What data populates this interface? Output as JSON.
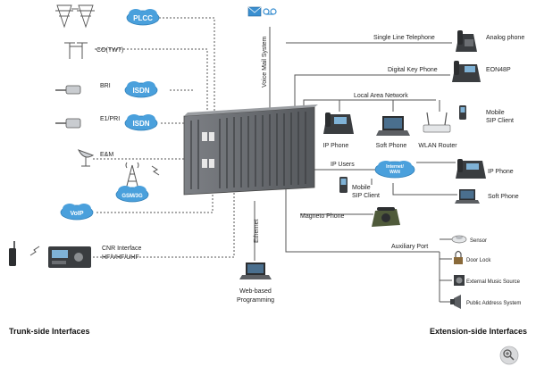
{
  "trunk": {
    "plcc": "PLCC",
    "co": "CO(TWT)",
    "bri": "BRI",
    "isdn1": "ISDN",
    "e1pri": "E1/PRI",
    "isdn2": "ISDN",
    "em": "E&M",
    "gsm": "GSM/3G",
    "voip": "VoIP",
    "cnr_line1": "CNR Interface",
    "cnr_line2": "HF/VHF/UHF"
  },
  "center": {
    "voice_mail": "Voice Mail System",
    "ethernet": "Ethernet",
    "web1": "Web-based",
    "web2": "Programming"
  },
  "extension": {
    "single_line": "Single Line Telephone",
    "analog_phone": "Analog phone",
    "digital_key": "Digital Key Phone",
    "eon": "EON48P",
    "lan": "Local Area Network",
    "mobile_sip_top_1": "Mobile",
    "mobile_sip_top_2": "SIP Client",
    "ip_phone": "IP Phone",
    "soft_phone": "Soft Phone",
    "wlan": "WLAN Router",
    "ip_users": "IP Users",
    "internet1": "Internet/",
    "internet2": "WAN",
    "mobile_sip_mid_1": "Mobile",
    "mobile_sip_mid_2": "SIP Client",
    "ip_phone_right": "IP Phone",
    "soft_phone_right": "Soft Phone",
    "magneto": "Magneto Phone",
    "aux_port": "Auxiliary Port",
    "sensor": "Sensor",
    "door_lock": "Door Lock",
    "music": "External Music Source",
    "pa": "Public Address System"
  },
  "footer": {
    "left": "Trunk-side Interfaces",
    "right": "Extension-side Interfaces"
  },
  "colors": {
    "cloud": "#4aa0dc",
    "line": "#555555",
    "chassis": "#6b6e72"
  }
}
